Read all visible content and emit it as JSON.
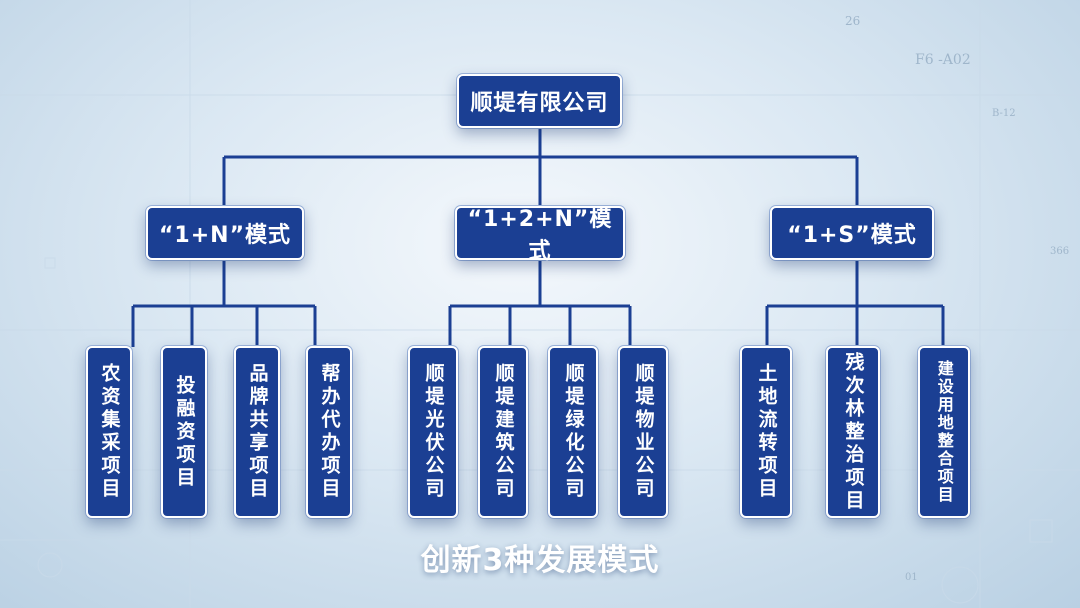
{
  "decor": {
    "code_top_right": "F6 -A02",
    "num_top": "26",
    "num_right_1": "B-12",
    "num_right_2": "366",
    "num_bottom": "01"
  },
  "root": {
    "label": "顺堤有限公司"
  },
  "modes": [
    {
      "label": "“1+N”模式",
      "items": [
        "农资集采项目",
        "投融资项目",
        "品牌共享项目",
        "帮办代办项目"
      ]
    },
    {
      "label": "“1+2+N”模式",
      "items": [
        "顺堤光伏公司",
        "顺堤建筑公司",
        "顺堤绿化公司",
        "顺堤物业公司"
      ]
    },
    {
      "label": "“1+S”模式",
      "items": [
        "土地流转项目",
        "残次林整治项目",
        "建设用地整合项目"
      ]
    }
  ],
  "caption": "创新3种发展模式",
  "colors": {
    "box": "#1b3f93",
    "line": "#1b3f93",
    "caption": "#ffffff"
  }
}
